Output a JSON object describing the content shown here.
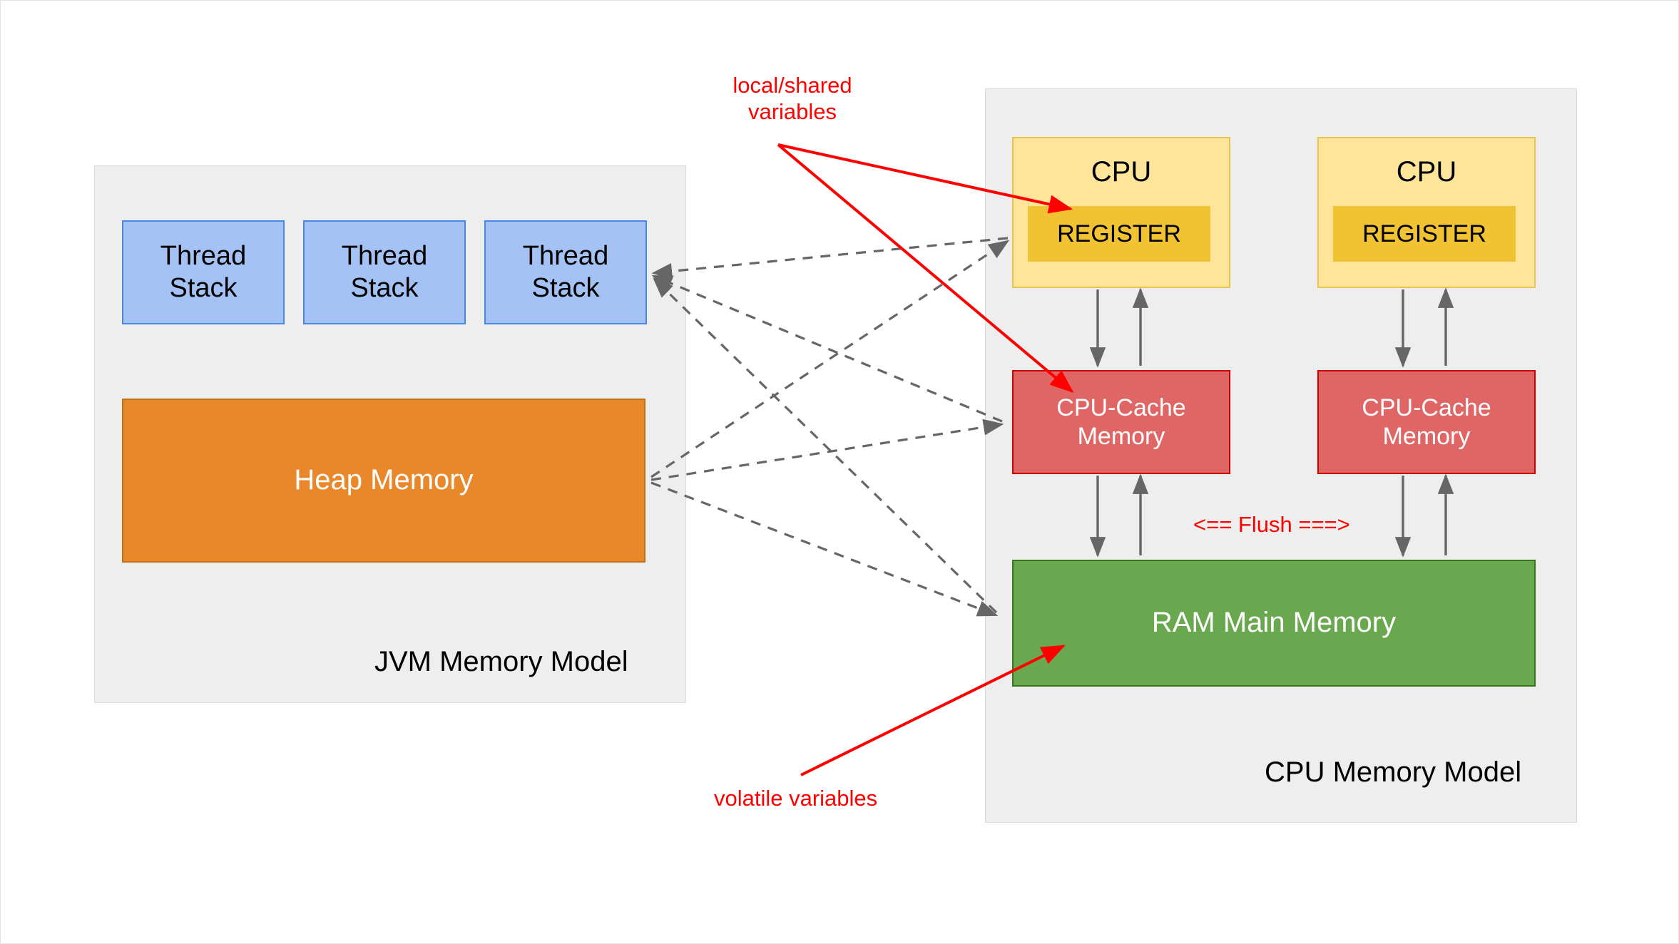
{
  "diagram": {
    "title_left": "JVM Memory Model",
    "title_right": "CPU Memory Model"
  },
  "jvm_panel": {
    "label": "JVM Memory Model",
    "thread_stacks": [
      {
        "label": "Thread\nStack"
      },
      {
        "label": "Thread\nStack"
      },
      {
        "label": "Thread\nStack"
      }
    ],
    "heap": {
      "label": "Heap Memory"
    }
  },
  "cpu_panel": {
    "label": "CPU Memory Model",
    "cpus": [
      {
        "label": "CPU",
        "register": {
          "label": "REGISTER"
        },
        "cache": {
          "label": "CPU-Cache\nMemory"
        }
      },
      {
        "label": "CPU",
        "register": {
          "label": "REGISTER"
        },
        "cache": {
          "label": "CPU-Cache\nMemory"
        }
      }
    ],
    "ram": {
      "label": "RAM Main Memory"
    },
    "flush_label": "<== Flush ===>"
  },
  "annotations": {
    "local_shared": "local/shared\nvariables",
    "volatile": "volatile variables"
  },
  "colors": {
    "thread_stack_fill": "#a4c2f4",
    "thread_stack_stroke": "#4a86e8",
    "heap_fill": "#e8882b",
    "cpu_fill": "#ffe599",
    "cpu_stroke": "#e6c44d",
    "register_fill": "#f1c232",
    "cache_fill": "#e06666",
    "cache_stroke": "#cc0000",
    "ram_fill": "#6aa84f",
    "ram_stroke": "#38761d",
    "panel_fill": "#eeeeee",
    "annotation_red": "#ff0000",
    "arrow_gray": "#666666"
  }
}
